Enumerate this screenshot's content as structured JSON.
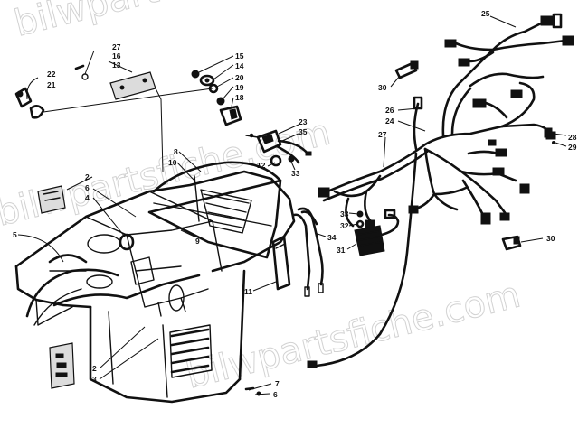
{
  "watermark": {
    "line1": "bilwpartsfiche.com",
    "line2": "bilwpartsfiche.com",
    "line3": "bilwpartsfiche.com"
  },
  "callouts": {
    "c25": "25",
    "c27": "27",
    "c16": "16",
    "c13": "13",
    "c15": "15",
    "c14": "14",
    "c20": "20",
    "c19": "19",
    "c18": "18",
    "c22": "22",
    "c21": "21",
    "c30a": "30",
    "c26": "26",
    "c24": "24",
    "c27b": "27",
    "c23": "23",
    "c35": "35",
    "c12": "12",
    "c33a": "33",
    "c28": "28",
    "c29": "29",
    "c8": "8",
    "c10": "10",
    "c2a": "2",
    "c6": "6",
    "c4": "4",
    "c5": "5",
    "c9": "9",
    "c33b": "33",
    "c32": "32",
    "c34": "34",
    "c31": "31",
    "c30b": "30",
    "c11": "11",
    "c2b": "2",
    "c3": "3",
    "c7": "7",
    "c6b": "6"
  }
}
